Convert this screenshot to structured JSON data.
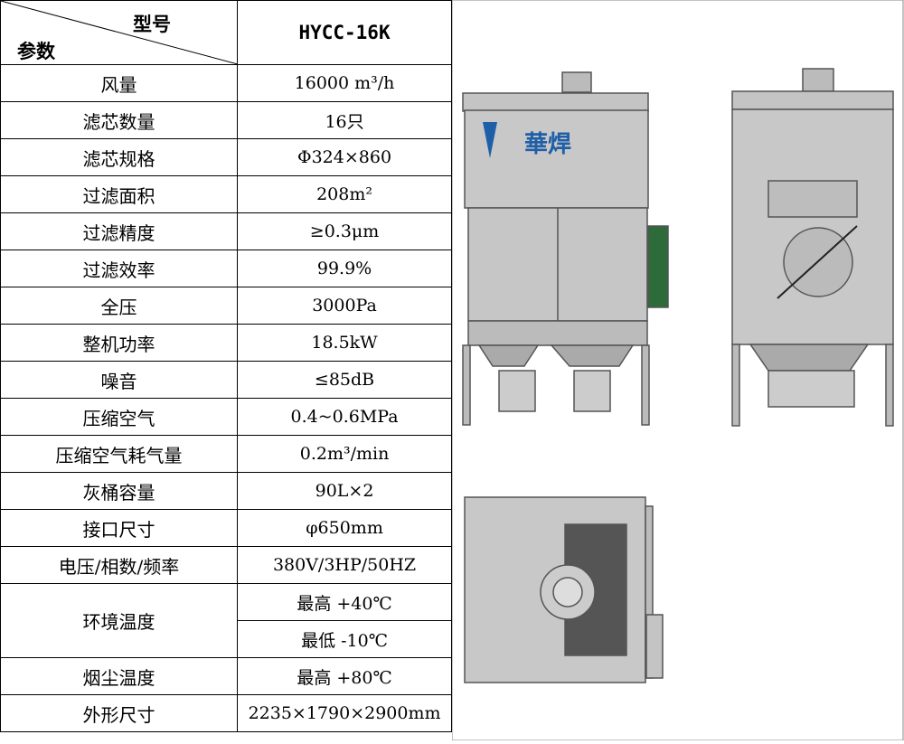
{
  "header": {
    "model_label": "型号",
    "param_label": "参数",
    "model": "HYCC-16K"
  },
  "rows": [
    {
      "param": "风量",
      "value": "16000 m³/h"
    },
    {
      "param": "滤芯数量",
      "value": "16只"
    },
    {
      "param": "滤芯规格",
      "value": "Φ324×860"
    },
    {
      "param": "过滤面积",
      "value": "208m²"
    },
    {
      "param": "过滤精度",
      "value": "≥0.3μm"
    },
    {
      "param": "过滤效率",
      "value": "99.9%"
    },
    {
      "param": "全压",
      "value": "3000Pa"
    },
    {
      "param": "整机功率",
      "value": "18.5kW"
    },
    {
      "param": "噪音",
      "value": "≤85dB"
    },
    {
      "param": "压缩空气",
      "value": "0.4~0.6MPa"
    },
    {
      "param": "压缩空气耗气量",
      "value": "0.2m³/min"
    },
    {
      "param": "灰桶容量",
      "value": "90L×2"
    },
    {
      "param": "接口尺寸",
      "value": "φ650mm"
    },
    {
      "param": "电压/相数/频率",
      "value": "380V/3HP/50HZ"
    }
  ],
  "env_temp": {
    "param": "环境温度",
    "max": "最高 +40℃",
    "min": "最低 -10℃"
  },
  "rows2": [
    {
      "param": "烟尘温度",
      "value": "最高 +80℃"
    },
    {
      "param": "外形尺寸",
      "value": "2235×1790×2900mm"
    }
  ],
  "logo": {
    "text": "華焊",
    "color": "#1f5fa8"
  }
}
